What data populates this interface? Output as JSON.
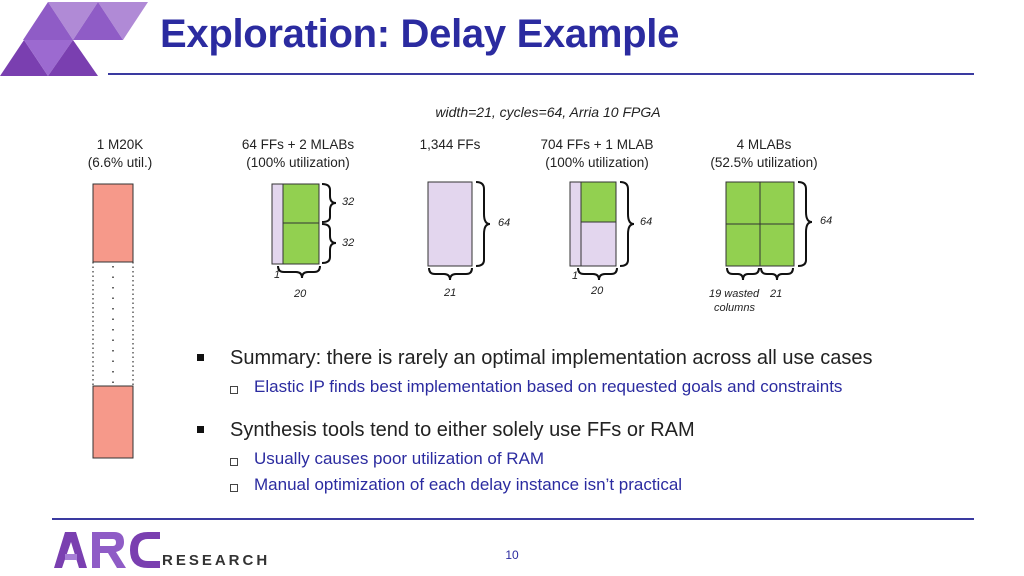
{
  "title": "Exploration: Delay Example",
  "subtitle": "width=21, cycles=64, Arria 10 FPGA",
  "columns": [
    {
      "line1": "1 M20K",
      "line2": "(6.6% util.)"
    },
    {
      "line1": "64 FFs + 2 MLABs",
      "line2": "(100% utilization)"
    },
    {
      "line1": "1,344 FFs",
      "line2": ""
    },
    {
      "line1": "704 FFs + 1 MLAB",
      "line2": "(100% utilization)"
    },
    {
      "line1": "4 MLABs",
      "line2": "(52.5% utilization)"
    }
  ],
  "annotations": {
    "d2_top": "32",
    "d2_bottom": "32",
    "d2_left": "1",
    "d2_width": "20",
    "d3_height": "64",
    "d3_width": "21",
    "d4_height": "64",
    "d4_left": "1",
    "d4_width": "20",
    "d5_height": "64",
    "d5_width_a": "19 wasted",
    "d5_width_b": "21",
    "d5_width_c": "columns"
  },
  "bullets": [
    {
      "text": "Summary: there is rarely an optimal implementation across all use cases",
      "subs": [
        "Elastic IP finds best implementation based on requested goals and constraints"
      ]
    },
    {
      "text": "Synthesis tools tend to either solely use FFs or RAM",
      "subs": [
        "Usually causes poor utilization of RAM",
        "Manual optimization of each delay instance isn’t practical"
      ]
    }
  ],
  "logo": {
    "main": "ARC",
    "sub": "RESEARCH"
  },
  "page_number": "10",
  "colors": {
    "title": "#2b2ba0",
    "salmon": "#f6998a",
    "green": "#92d050",
    "lavender": "#e3d6ee",
    "logo": "#7a3fb0"
  }
}
